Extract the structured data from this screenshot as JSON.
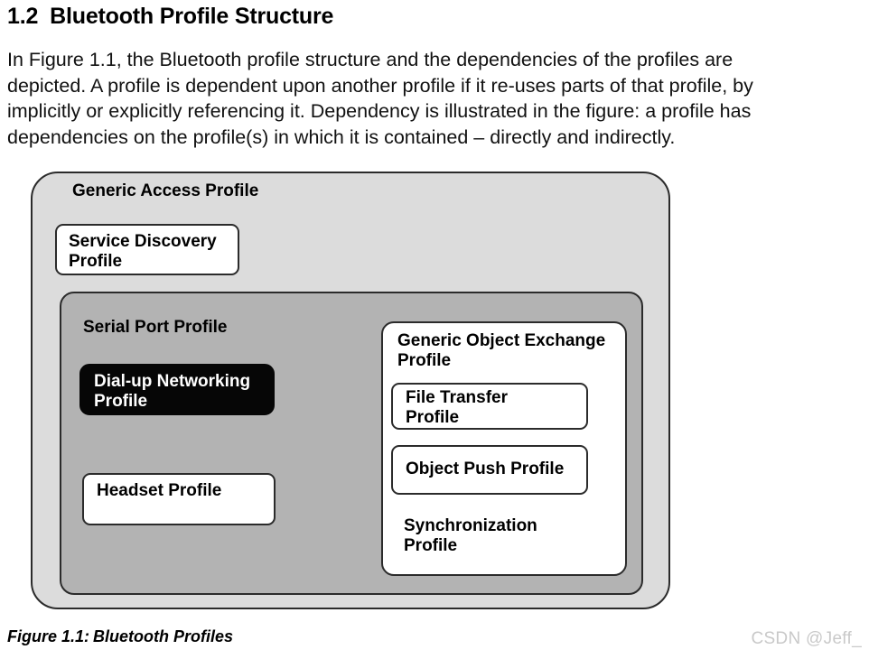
{
  "heading": {
    "number": "1.2",
    "title": "Bluetooth Profile Structure"
  },
  "paragraph": {
    "line1": "In Figure 1.1, the Bluetooth profile structure and the dependencies of the profiles are",
    "line2": "depicted. A profile is dependent upon another profile if it re-uses parts of that profile, by",
    "line3": "implicitly or explicitly referencing it. Dependency is illustrated in the figure: a profile has",
    "line4": "dependencies on the profile(s) in which it is contained – directly and indirectly."
  },
  "diagram": {
    "generic_access_profile": {
      "label": "Generic Access Profile",
      "fill": "#dcdcdc"
    },
    "service_discovery_profile": {
      "label_line1": "Service Discovery",
      "label_line2": "Profile",
      "fill": "#ffffff"
    },
    "serial_port_profile": {
      "label": "Serial Port Profile",
      "fill": "#b3b3b3"
    },
    "dial_up_networking_profile": {
      "label_line1": "Dial-up Networking",
      "label_line2": "Profile",
      "fill": "#060606",
      "text_color": "#ffffff"
    },
    "headset_profile": {
      "label": "Headset Profile",
      "fill": "#ffffff"
    },
    "generic_object_exchange_profile": {
      "label_line1": "Generic Object Exchange",
      "label_line2": "Profile",
      "fill": "#ffffff"
    },
    "file_transfer_profile": {
      "label_line1": "File Transfer",
      "label_line2": "Profile",
      "fill": "#ffffff"
    },
    "object_push_profile": {
      "label": "Object Push Profile",
      "fill": "#ffffff"
    },
    "synchronization_profile": {
      "label_line1": "Synchronization",
      "label_line2": "Profile"
    }
  },
  "caption": {
    "number": "Figure 1.1:",
    "text": "Bluetooth Profiles"
  },
  "watermark": {
    "text": "CSDN @Jeff_",
    "color": "#c9c9c9"
  }
}
